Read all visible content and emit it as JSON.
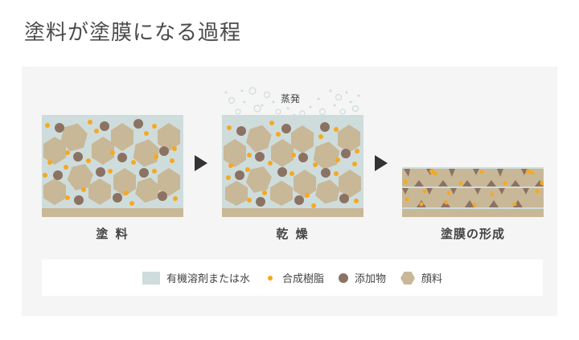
{
  "title": "塗料が塗膜になる過程",
  "stages": [
    {
      "label": "塗 料"
    },
    {
      "label": "乾 燥",
      "annotation": "蒸発"
    },
    {
      "label": "塗膜の形成"
    }
  ],
  "legend": [
    {
      "icon": "solvent-swatch",
      "label": "有機溶剤または水",
      "color": "#cfdcdc"
    },
    {
      "icon": "resin-dot",
      "label": "合成樹脂",
      "color": "#f5a91e"
    },
    {
      "icon": "additive-dot",
      "label": "添加物",
      "color": "#8b7263"
    },
    {
      "icon": "pigment-hexagon",
      "label": "顔料",
      "color": "#c9b898"
    }
  ],
  "colors": {
    "background": "#f5f5f5",
    "solvent": "#cfdcdc",
    "resin": "#f5a91e",
    "additive": "#8b7263",
    "pigment": "#c9b898",
    "substrate": "#c9b898",
    "arrow": "#333333"
  }
}
